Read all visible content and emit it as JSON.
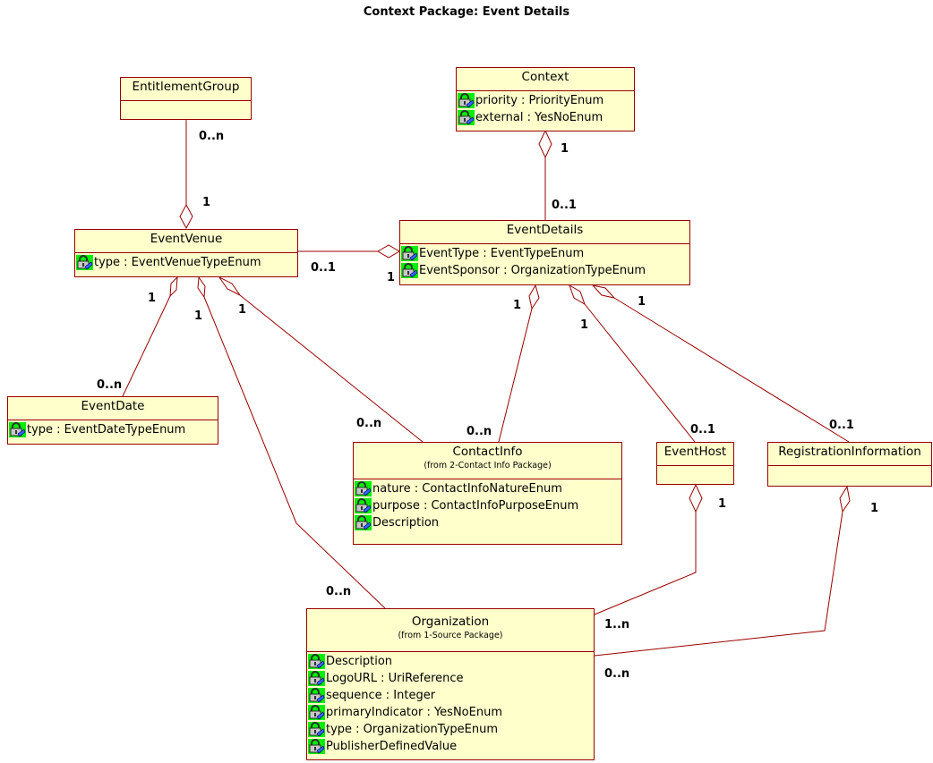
{
  "title": "Context Package: Event Details",
  "icon_name": "lock-attribute-icon",
  "colors": {
    "class_fill": "#ffffcc",
    "class_border": "#990000",
    "icon_bg": "#00ee00"
  },
  "classes": {
    "context": {
      "name": "Context",
      "attrs": [
        "priority : PriorityEnum",
        "external : YesNoEnum"
      ]
    },
    "entitlement": {
      "name": "EntitlementGroup",
      "attrs": []
    },
    "venue": {
      "name": "EventVenue",
      "attrs": [
        "type : EventVenueTypeEnum"
      ]
    },
    "details": {
      "name": "EventDetails",
      "attrs": [
        "EventType : EventTypeEnum",
        "EventSponsor : OrganizationTypeEnum"
      ]
    },
    "date": {
      "name": "EventDate",
      "attrs": [
        "type : EventDateTypeEnum"
      ]
    },
    "contact": {
      "name": "ContactInfo",
      "from": "(from 2-Contact Info Package)",
      "attrs": [
        "nature : ContactInfoNatureEnum",
        "purpose : ContactInfoPurposeEnum",
        "Description"
      ]
    },
    "host": {
      "name": "EventHost",
      "attrs": []
    },
    "reg": {
      "name": "RegistrationInformation",
      "attrs": []
    },
    "org": {
      "name": "Organization",
      "from": "(from 1-Source Package)",
      "attrs": [
        "Description",
        "LogoURL : UriReference",
        "sequence : Integer",
        "primaryIndicator : YesNoEnum",
        "type : OrganizationTypeEnum",
        "PublisherDefinedValue"
      ]
    }
  },
  "multiplicities": {
    "m1": "0..n",
    "m2": "1",
    "m3": "1",
    "m4": "0..1",
    "m5": "0..1",
    "m6": "1",
    "m7": "1",
    "m8": "1",
    "m9": "1",
    "m10": "0..n",
    "m11": "1",
    "m12": "1",
    "m13": "1",
    "m14": "0..n",
    "m15": "0..n",
    "m16": "0..1",
    "m17": "0..1",
    "m18": "1",
    "m19": "1",
    "m20": "0..n",
    "m21": "1..n",
    "m22": "0..n"
  }
}
